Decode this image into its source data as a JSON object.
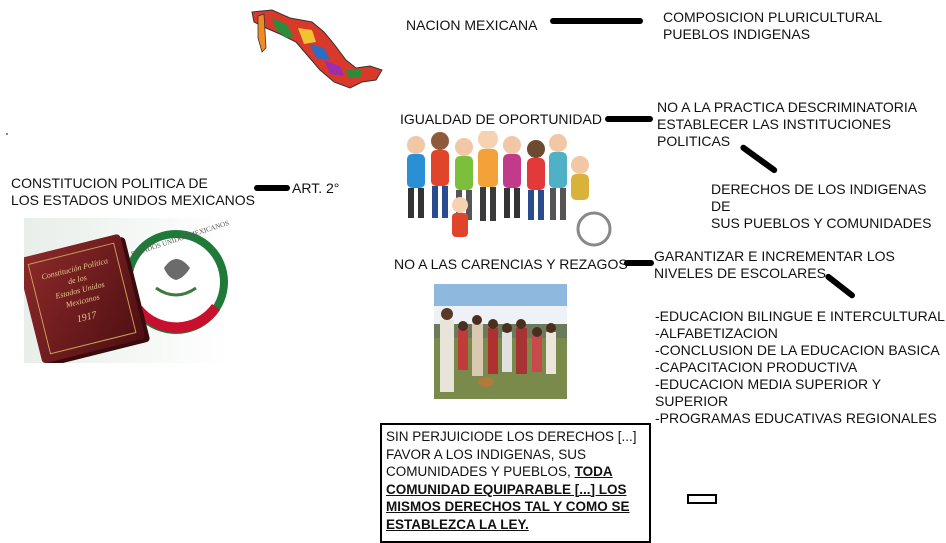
{
  "constitution": {
    "line1": "CONSTITUCION POLITICA DE",
    "line2": "LOS ESTADOS UNIDOS MEXICANOS"
  },
  "article": "ART. 2°",
  "nacion": "NACION MEXICANA",
  "composicion": {
    "line1": "COMPOSICION PLURICULTURAL",
    "line2": "PUEBLOS INDIGENAS"
  },
  "igualdad": "IGUALDAD DE OPORTUNIDAD",
  "no_practica": {
    "line1": "NO A LA PRACTICA DESCRIMINATORIA",
    "line2": "ESTABLECER LAS INSTITUCIONES",
    "line3": "POLITICAS"
  },
  "derechos": {
    "line1": "DERECHOS DE LOS INDIGENAS DE",
    "line2": "SUS PUEBLOS Y COMUNIDADES"
  },
  "carencias": "NO A LAS CARENCIAS Y REZAGOS",
  "garantizar": {
    "line1": "GARANTIZAR E INCREMENTAR LOS",
    "line2": "NIVELES DE ESCOLARES"
  },
  "lista": [
    "-EDUCACION BILINGUE E INTERCULTURAL",
    "-ALFABETIZACION",
    "-CONCLUSION DE LA EDUCACION BASICA",
    "-CAPACITACION PRODUCTIVA",
    "-EDUCACION MEDIA SUPERIOR Y",
    "SUPERIOR",
    "-PROGRAMAS EDUCATIVAS REGIONALES"
  ],
  "recuadro": {
    "plain": "SIN PERJUICIODE LOS DERECHOS [...] FAVOR A LOS INDIGENAS, SUS COMUNIDADES Y PUEBLOS, ",
    "emph": "TODA COMUNIDAD EQUIPARABLE [...] LOS MISMOS DERECHOS TAL Y COMO SE ESTABLEZCA LA LEY."
  },
  "book_cover": {
    "line1": "Constitución Política",
    "line2": "de los",
    "line3": "Estados Unidos",
    "line4": "Mexicanos",
    "year": "1917"
  },
  "seal_text": "ESTADOS UNIDOS MEXICANOS",
  "colors": {
    "green": "#1f7a3a",
    "red": "#c8102e",
    "book": "#7a1f1f"
  }
}
